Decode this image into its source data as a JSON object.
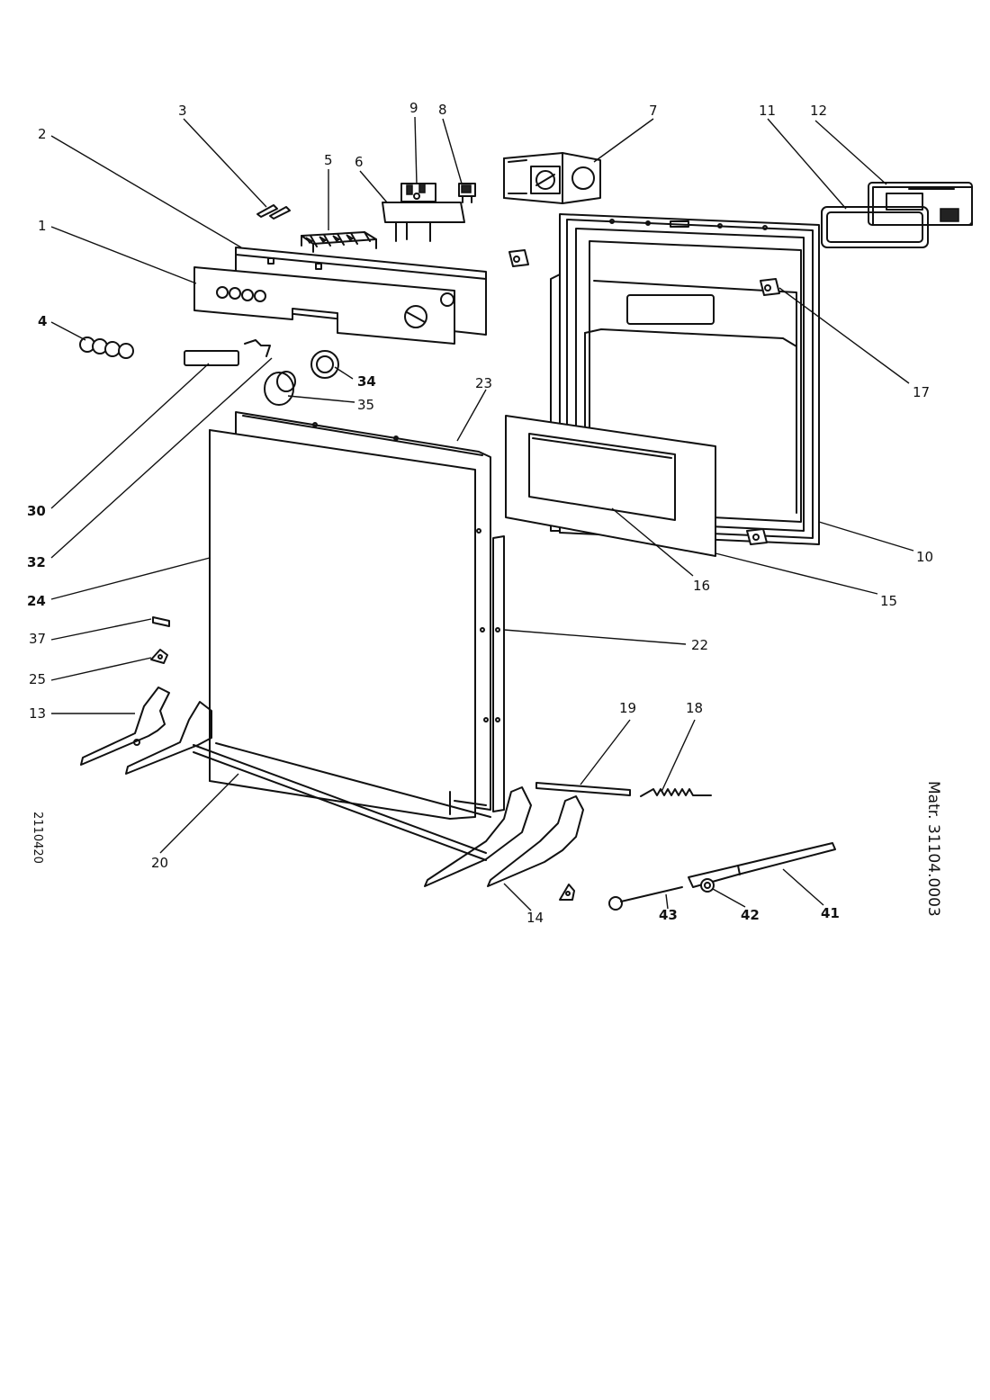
{
  "drawing_code": "2110420",
  "material_number": "Matr. 31104.0003",
  "labels": {
    "p1": "1",
    "p2": "2",
    "p3": "3",
    "p4": "4",
    "p5": "5",
    "p6": "6",
    "p7": "7",
    "p8": "8",
    "p9": "9",
    "p10": "10",
    "p11": "11",
    "p12": "12",
    "p13": "13",
    "p14": "14",
    "p15": "15",
    "p16": "16",
    "p17": "17",
    "p18": "18",
    "p19": "19",
    "p20": "20",
    "p22": "22",
    "p23": "23",
    "p24": "24",
    "p25": "25",
    "p30": "30",
    "p32": "32",
    "p34": "34",
    "p35": "35",
    "p37": "37",
    "p41": "41",
    "p42": "42",
    "p43": "43"
  }
}
